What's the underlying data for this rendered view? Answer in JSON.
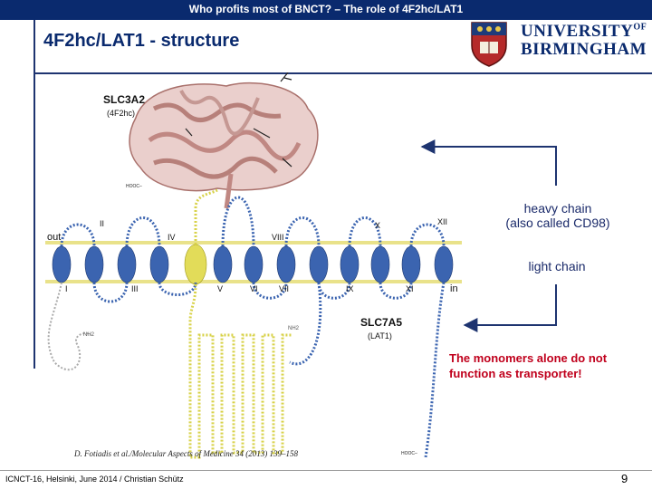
{
  "header": {
    "title": "Who profits most of BNCT? – The role of 4F2hc/LAT1"
  },
  "slide": {
    "title": "4F2hc/LAT1 - structure"
  },
  "logo": {
    "line1": "UNIVERSITY",
    "of": "OF",
    "line2": "BIRMINGHAM"
  },
  "figure": {
    "slc3a2": "SLC3A2",
    "slc3a2_sub": "(4F2hc)",
    "hooc_top": "HOOC–",
    "out": "out",
    "in": "in",
    "tm_top": [
      "II",
      "IV",
      "VIII",
      "X",
      "XII"
    ],
    "tm_bottom": [
      "I",
      "III",
      "V",
      "VI",
      "VII",
      "IX",
      "XI"
    ],
    "slc7a5": "SLC7A5",
    "slc7a5_sub": "(LAT1)",
    "nh2_left": "NH2",
    "nh2_right": "NH2",
    "hooc_bottom": "HOOC–",
    "citation": "D. Fotiadis et al./Molecular Aspects of Medicine 34 (2013) 139–158"
  },
  "callouts": {
    "heavy_line1": "heavy chain",
    "heavy_line2": "(also called CD98)",
    "light": "light chain",
    "warning_line1": "The monomers alone do not",
    "warning_line2": "function as transporter!"
  },
  "footer": {
    "left": "ICNCT-16, Helsinki, June 2014 / Christian Schütz",
    "page": "9"
  },
  "colors": {
    "navy": "#0a2a6e",
    "membrane": "#e9e28a",
    "helix": "#3b64b0",
    "heavy_chain": "#d9a7a2",
    "warning": "#c0001c"
  }
}
